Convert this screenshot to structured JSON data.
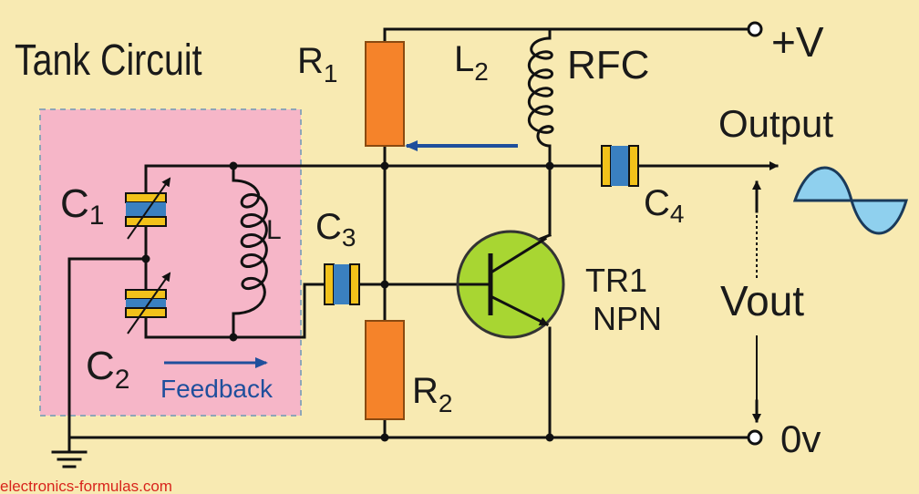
{
  "title": "Tank Circuit",
  "labels": {
    "r1": "R",
    "r1_sub": "1",
    "r2": "R",
    "r2_sub": "2",
    "l2": "L",
    "l2_sub": "2",
    "rfc": "RFC",
    "vplus": "+V",
    "output": "Output",
    "c1": "C",
    "c1_sub": "1",
    "c2": "C",
    "c2_sub": "2",
    "c3": "C",
    "c3_sub": "3",
    "c4": "C",
    "c4_sub": "4",
    "l": "L",
    "tr1": "TR1",
    "npn": "NPN",
    "vout": "Vout",
    "zero_v": "0v",
    "feedback": "Feedback"
  },
  "footer": "electronics-formulas.com",
  "colors": {
    "background": "#f8eab2",
    "tank_box": "#f6b6c8",
    "resistor": "#f5832a",
    "transistor": "#a8d632",
    "capacitor_plate": "#f2c21a",
    "capacitor_dielectric": "#3a80c0",
    "sine_fill": "#8fd0ee",
    "arrow_blue": "#1f4f9c",
    "footer_text": "#d8241c"
  }
}
